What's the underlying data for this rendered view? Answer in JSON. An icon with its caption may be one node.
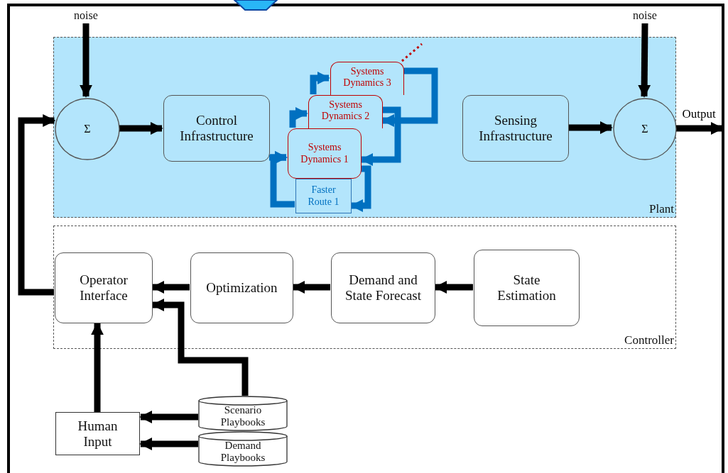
{
  "diagram": {
    "nodes": [
      {
        "text": [
          "Plant"
        ]
      },
      {
        "text": [
          "Controller"
        ]
      },
      {
        "text": [
          "noise"
        ]
      },
      {
        "text": [
          "Σ"
        ],
        "in": 0
      },
      {
        "text": [
          "Control Infrastructure"
        ],
        "in": 0
      },
      {
        "text": [
          "Systems Dynamics 3"
        ],
        "in": 0
      },
      {
        "text": [
          "Systems Dynamics 2"
        ],
        "in": 0
      },
      {
        "text": [
          "Systems Dynamics 1"
        ],
        "in": 0
      },
      {
        "text": [
          "Faster Route 1"
        ],
        "in": 0
      },
      {
        "text": [
          "Sensing Infrastructure"
        ],
        "in": 0
      },
      {
        "text": [
          "noise"
        ]
      },
      {
        "text": [
          "Σ"
        ],
        "in": 0
      },
      {
        "text": [
          "Operator Interface"
        ],
        "in": 1
      },
      {
        "text": [
          "Optimization"
        ],
        "in": 1
      },
      {
        "text": [
          "Demand and State Forecast"
        ],
        "in": 1
      },
      {
        "text": [
          "State Estimation"
        ],
        "in": 1
      },
      {
        "text": [
          "Human Input"
        ]
      },
      {
        "text": [
          "Scenario Playbooks"
        ]
      },
      {
        "text": [
          "Demand Playbooks"
        ]
      }
    ],
    "edges": [
      {
        "from": 2,
        "to": 3,
        "arrow": "to"
      },
      {
        "from": 10,
        "to": 11,
        "arrow": "to"
      },
      {
        "from": 3,
        "to": 4,
        "arrow": "to"
      },
      {
        "from": 4,
        "to": 7,
        "arrow": "to",
        "color": "#0070c0"
      },
      {
        "from": 8,
        "to": 7,
        "arrow": "to",
        "color": "#0070c0"
      },
      {
        "from": 7,
        "to": 8,
        "arrow": "to",
        "color": "#0070c0"
      },
      {
        "from": 7,
        "to": 6,
        "arrow": "to",
        "color": "#0070c0"
      },
      {
        "from": 6,
        "to": 5,
        "arrow": "to",
        "color": "#0070c0"
      },
      {
        "from": 5,
        "to": 6,
        "arrow": "to",
        "color": "#0070c0"
      },
      {
        "from": 6,
        "to": 7,
        "arrow": "to",
        "color": "#0070c0"
      },
      {
        "from": 5,
        "to": null,
        "arrow": "none",
        "style": "dashed",
        "color": "#c00000"
      },
      {
        "from": 9,
        "to": 11,
        "arrow": "to"
      },
      {
        "from": 11,
        "to": null,
        "arrow": "to",
        "label": "Output"
      },
      {
        "from": 15,
        "to": 14,
        "arrow": "to"
      },
      {
        "from": 14,
        "to": 13,
        "arrow": "to"
      },
      {
        "from": 13,
        "to": 12,
        "arrow": "to"
      },
      {
        "from": 12,
        "to": 3,
        "arrow": "to"
      },
      {
        "from": 16,
        "to": 12,
        "arrow": "to"
      },
      {
        "from": 17,
        "to": 12,
        "arrow": "to"
      },
      {
        "from": 17,
        "to": 16,
        "arrow": "to"
      },
      {
        "from": 18,
        "to": 16,
        "arrow": "to"
      }
    ]
  }
}
